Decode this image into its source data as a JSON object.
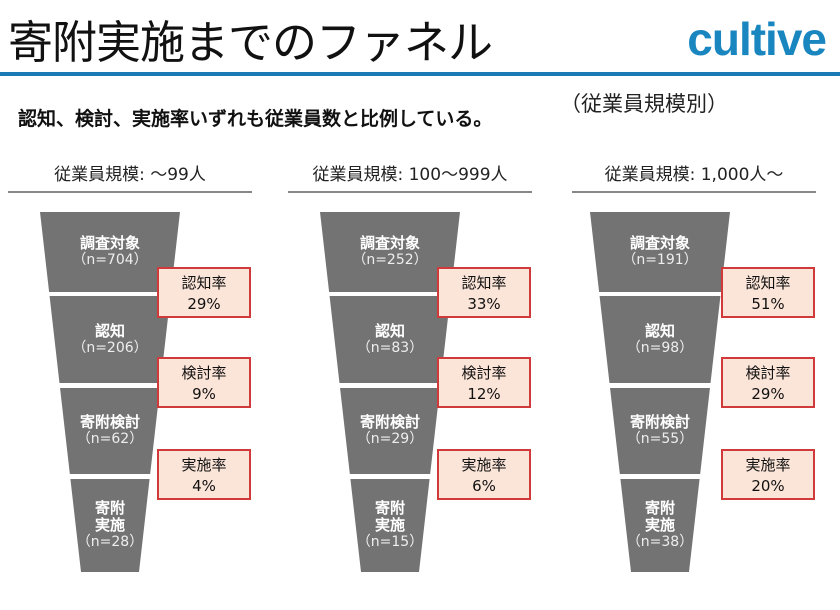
{
  "header": {
    "title": "寄附実施までのファネル",
    "logo": "cultive",
    "subtitle": "認知、検討、実施率いずれも従業員数と比例している。",
    "grouping": "（従業員規模別）"
  },
  "colors": {
    "accent": "#1a7ab5",
    "funnel": "#737373",
    "rate_bg": "#fbe4d8",
    "rate_border": "#d03a3a"
  },
  "panels": [
    {
      "heading": "従業員規模: ～99人",
      "stages": [
        {
          "label": "調査対象",
          "n": "（n=704）"
        },
        {
          "label": "認知",
          "n": "（n=206）"
        },
        {
          "label": "寄附検討",
          "n": "（n=62）"
        },
        {
          "label": "寄附\n実施",
          "n": "（n=28）"
        }
      ],
      "rates": [
        {
          "label": "認知率",
          "value": "29%"
        },
        {
          "label": "検討率",
          "value": "9%"
        },
        {
          "label": "実施率",
          "value": "4%"
        }
      ]
    },
    {
      "heading": "従業員規模: 100～999人",
      "stages": [
        {
          "label": "調査対象",
          "n": "（n=252）"
        },
        {
          "label": "認知",
          "n": "（n=83）"
        },
        {
          "label": "寄附検討",
          "n": "（n=29）"
        },
        {
          "label": "寄附\n実施",
          "n": "（n=15）"
        }
      ],
      "rates": [
        {
          "label": "認知率",
          "value": "33%"
        },
        {
          "label": "検討率",
          "value": "12%"
        },
        {
          "label": "実施率",
          "value": "6%"
        }
      ]
    },
    {
      "heading": "従業員規模: 1,000人～",
      "stages": [
        {
          "label": "調査対象",
          "n": "（n=191）"
        },
        {
          "label": "認知",
          "n": "（n=98）"
        },
        {
          "label": "寄附検討",
          "n": "（n=55）"
        },
        {
          "label": "寄附\n実施",
          "n": "（n=38）"
        }
      ],
      "rates": [
        {
          "label": "認知率",
          "value": "51%"
        },
        {
          "label": "検討率",
          "value": "29%"
        },
        {
          "label": "実施率",
          "value": "20%"
        }
      ]
    }
  ]
}
